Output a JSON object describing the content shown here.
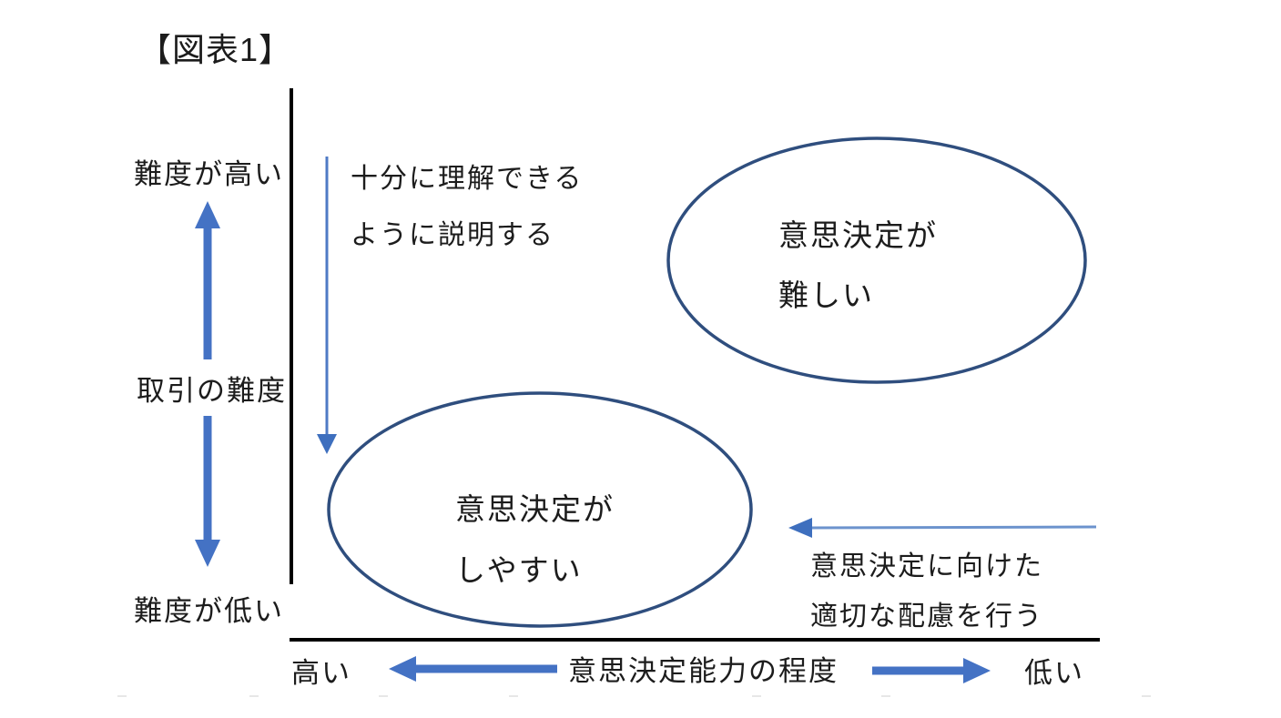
{
  "title": "【図表1】",
  "colors": {
    "thick_arrow": "#4472C4",
    "thin_arrow": "#4f7ac5",
    "ellipse_stroke": "#2f4e7e",
    "axis_line": "#000000",
    "text": "#1c1c1c"
  },
  "y_axis": {
    "top_label": "難度が高い",
    "mid_label": "取引の難度",
    "bottom_label": "難度が低い"
  },
  "x_axis": {
    "left_label": "高い",
    "mid_label": "意思決定能力の程度",
    "right_label": "低い"
  },
  "annotations": {
    "explain": {
      "line1": "十分に理解できる",
      "line2": "ように説明する"
    },
    "consideration": {
      "line1": "意思決定に向けた",
      "line2": "適切な配慮を行う"
    }
  },
  "ellipses": {
    "hard": {
      "line1": "意思決定が",
      "line2": "難しい"
    },
    "easy": {
      "line1": "意思決定が",
      "line2": "しやすい"
    }
  }
}
